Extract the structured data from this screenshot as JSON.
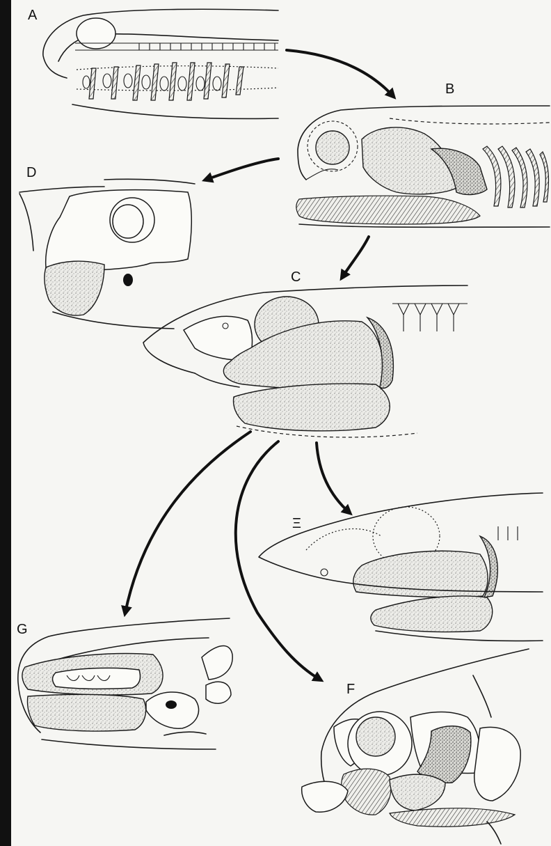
{
  "figure": {
    "panels": [
      {
        "id": "A",
        "label": "A"
      },
      {
        "id": "B",
        "label": "B"
      },
      {
        "id": "C",
        "label": "C"
      },
      {
        "id": "D",
        "label": "D"
      },
      {
        "id": "E",
        "label": "Ξ"
      },
      {
        "id": "F",
        "label": "F"
      },
      {
        "id": "G",
        "label": "G"
      }
    ],
    "arrows": [
      {
        "from": "A",
        "to": "B"
      },
      {
        "from": "B",
        "to": "D"
      },
      {
        "from": "B",
        "to": "C"
      },
      {
        "from": "C",
        "to": "E"
      },
      {
        "from": "C",
        "to": "F"
      },
      {
        "from": "C",
        "to": "G"
      }
    ],
    "ink_color": "#1a1a1a",
    "paper_color": "#f6f6f3"
  }
}
